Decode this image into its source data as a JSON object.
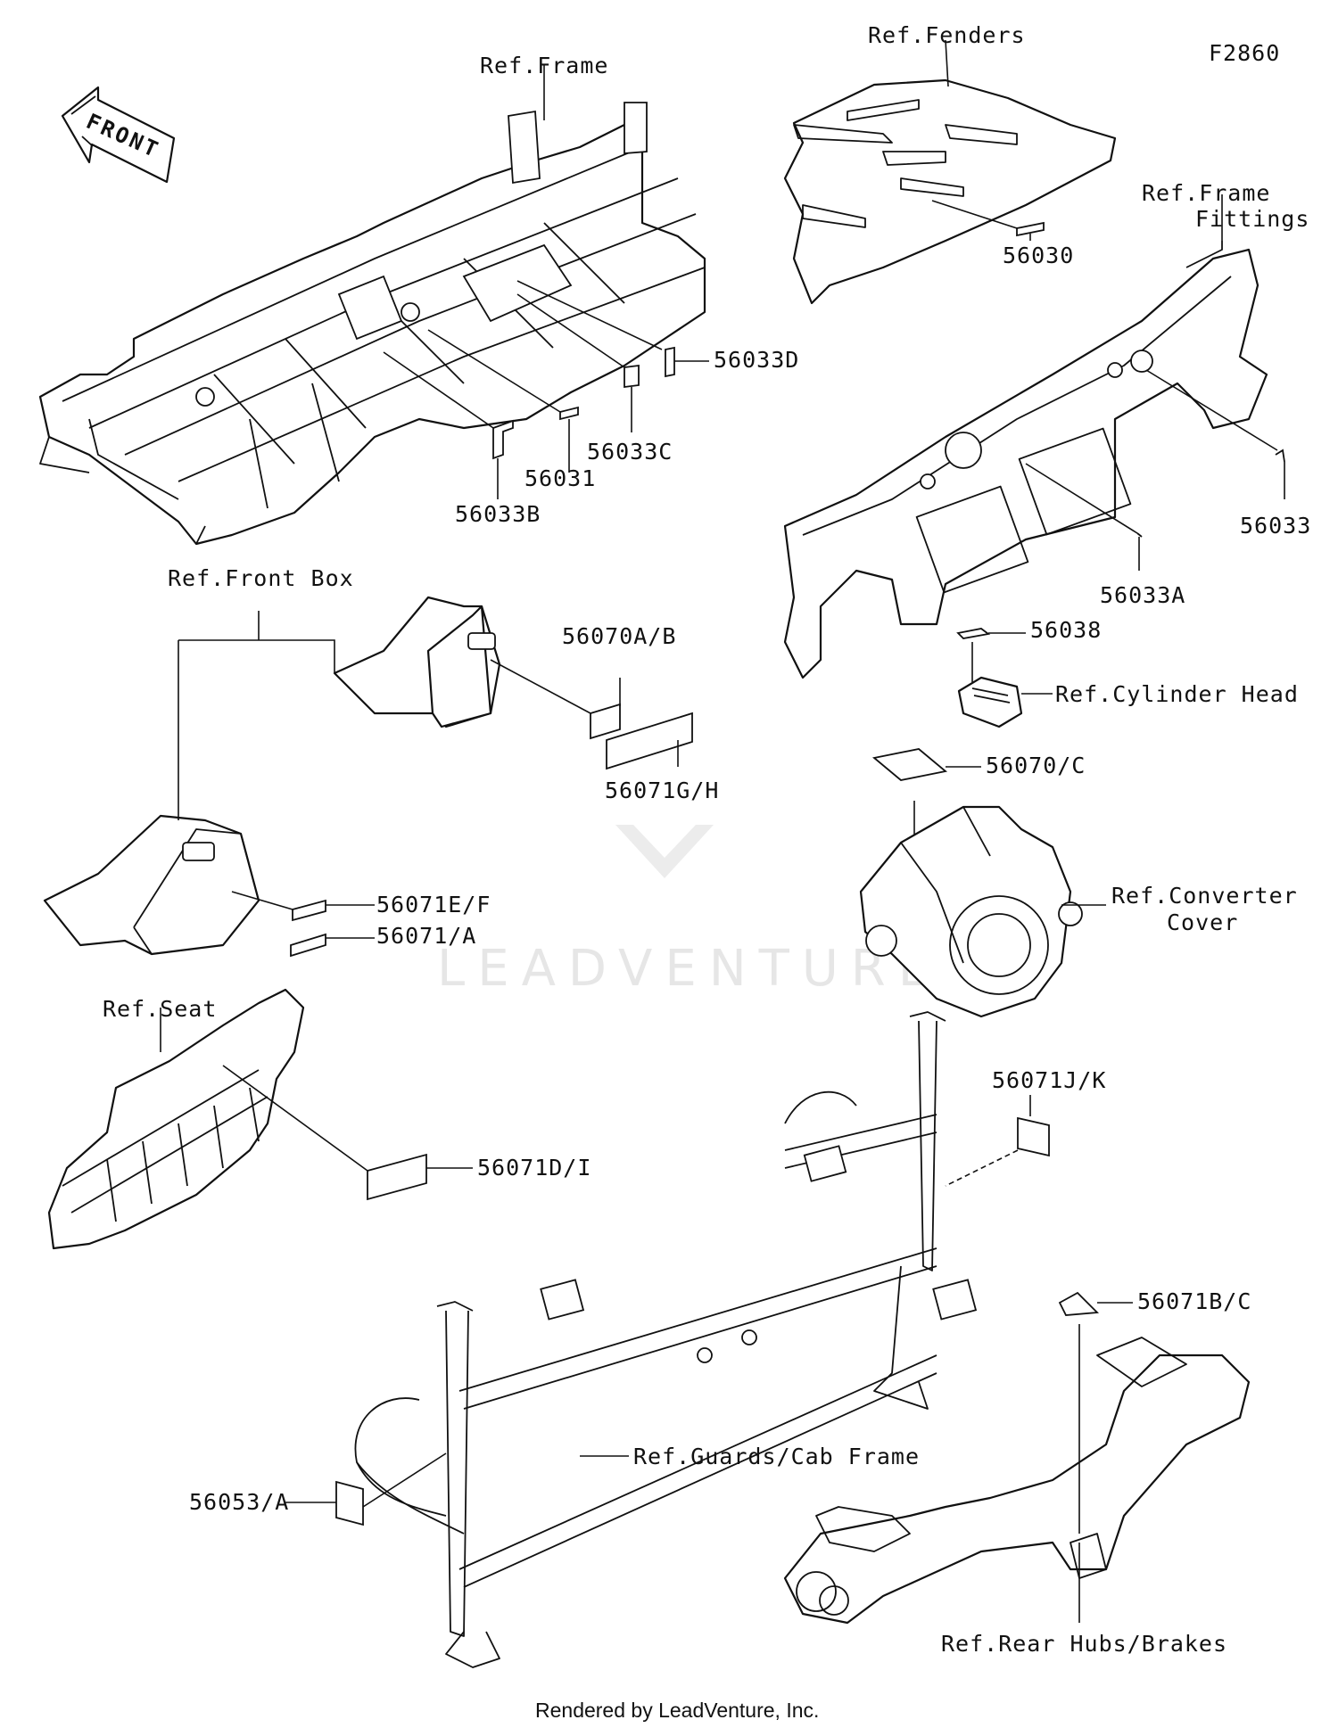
{
  "diagram_id": "F2860",
  "watermark": "LEADVENTURE",
  "footer": "Rendered by LeadVenture, Inc.",
  "front_arrow": "FRONT",
  "references": {
    "frame": "Ref.Frame",
    "fenders": "Ref.Fenders",
    "frame_fittings_1": "Ref.Frame",
    "frame_fittings_2": "Fittings",
    "front_box": "Ref.Front Box",
    "cylinder_head": "Ref.Cylinder Head",
    "converter_cover_1": "Ref.Converter",
    "converter_cover_2": "Cover",
    "seat": "Ref.Seat",
    "guards_cab_frame": "Ref.Guards/Cab Frame",
    "rear_hubs_brakes": "Ref.Rear Hubs/Brakes"
  },
  "parts": {
    "p56033D": "56033D",
    "p56033C": "56033C",
    "p56031": "56031",
    "p56033B": "56033B",
    "p56030": "56030",
    "p56033": "56033",
    "p56033A": "56033A",
    "p56070AB": "56070A/B",
    "p56071GH": "56071G/H",
    "p56038": "56038",
    "p56070C": "56070/C",
    "p56071EF": "56071E/F",
    "p56071A": "56071/A",
    "p56071DI": "56071D/I",
    "p56071JK": "56071J/K",
    "p56071BC": "56071B/C",
    "p56053A": "56053/A"
  }
}
